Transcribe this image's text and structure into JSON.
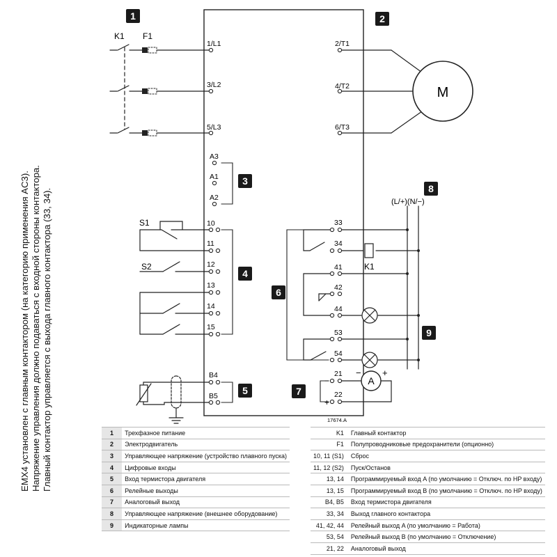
{
  "side_note": {
    "line1": "EMX4 установлен с главным контактором (на категорию применения AC3).",
    "line2": "Напряжение управления должно подаваться с входной стороны контактора.",
    "line3": "Главный контактор управляется с выхода главного контактора (33, 34)."
  },
  "badges": [
    "1",
    "2",
    "3",
    "4",
    "5",
    "6",
    "7",
    "8",
    "9"
  ],
  "labels": {
    "k1": "K1",
    "f1": "F1",
    "s1": "S1",
    "s2": "S2",
    "motor": "M",
    "k1_coil": "K1",
    "ammeter": "A",
    "supply": "(L/+)(N/−)",
    "minus": "−",
    "plus": "+",
    "drawing_no": "17674.A"
  },
  "terminals": {
    "l1": "1/L1",
    "l2": "3/L2",
    "l3": "5/L3",
    "t1": "2/T1",
    "t2": "4/T2",
    "t3": "6/T3",
    "a3": "A3",
    "a1": "A1",
    "a2": "A2",
    "t10": "10",
    "t11": "11",
    "t12": "12",
    "t13": "13",
    "t14": "14",
    "t15": "15",
    "b4": "B4",
    "b5": "B5",
    "t33": "33",
    "t34": "34",
    "t41": "41",
    "t42": "42",
    "t44": "44",
    "t53": "53",
    "t54": "54",
    "t21": "21",
    "t22": "22"
  },
  "legend_left": [
    {
      "num": "1",
      "text": "Трехфазное питание"
    },
    {
      "num": "2",
      "text": "Электродвигатель"
    },
    {
      "num": "3",
      "text": "Управляющее напряжение (устройство плавного пуска)"
    },
    {
      "num": "4",
      "text": "Цифровые входы"
    },
    {
      "num": "5",
      "text": "Вход термистора двигателя"
    },
    {
      "num": "6",
      "text": "Релейные выходы"
    },
    {
      "num": "7",
      "text": "Аналоговый выход"
    },
    {
      "num": "8",
      "text": "Управляющее напряжение (внешнее оборудование)"
    },
    {
      "num": "9",
      "text": "Индикаторные лампы"
    }
  ],
  "legend_right": [
    {
      "code": "K1",
      "text": "Главный контактор"
    },
    {
      "code": "F1",
      "text": "Полупроводниковые предохранители (опционно)"
    },
    {
      "code": "10, 11 (S1)",
      "text": "Сброс"
    },
    {
      "code": "11, 12 (S2)",
      "text": "Пуск/Останов"
    },
    {
      "code": "13, 14",
      "text": "Программируемый вход A (по умолчанию = Отключ. по HP входу)"
    },
    {
      "code": "13, 15",
      "text": "Программируемый вход B (по умолчанию = Отключ. по HP входу)"
    },
    {
      "code": "B4, B5",
      "text": "Вход термистора двигателя"
    },
    {
      "code": "33, 34",
      "text": "Выход главного контактора"
    },
    {
      "code": "41, 42, 44",
      "text": "Релейный выход A (по умолчанию = Работа)"
    },
    {
      "code": "53, 54",
      "text": "Релейный выход B (по умолчанию = Отключение)"
    },
    {
      "code": "21, 22",
      "text": "Аналоговый выход"
    }
  ]
}
